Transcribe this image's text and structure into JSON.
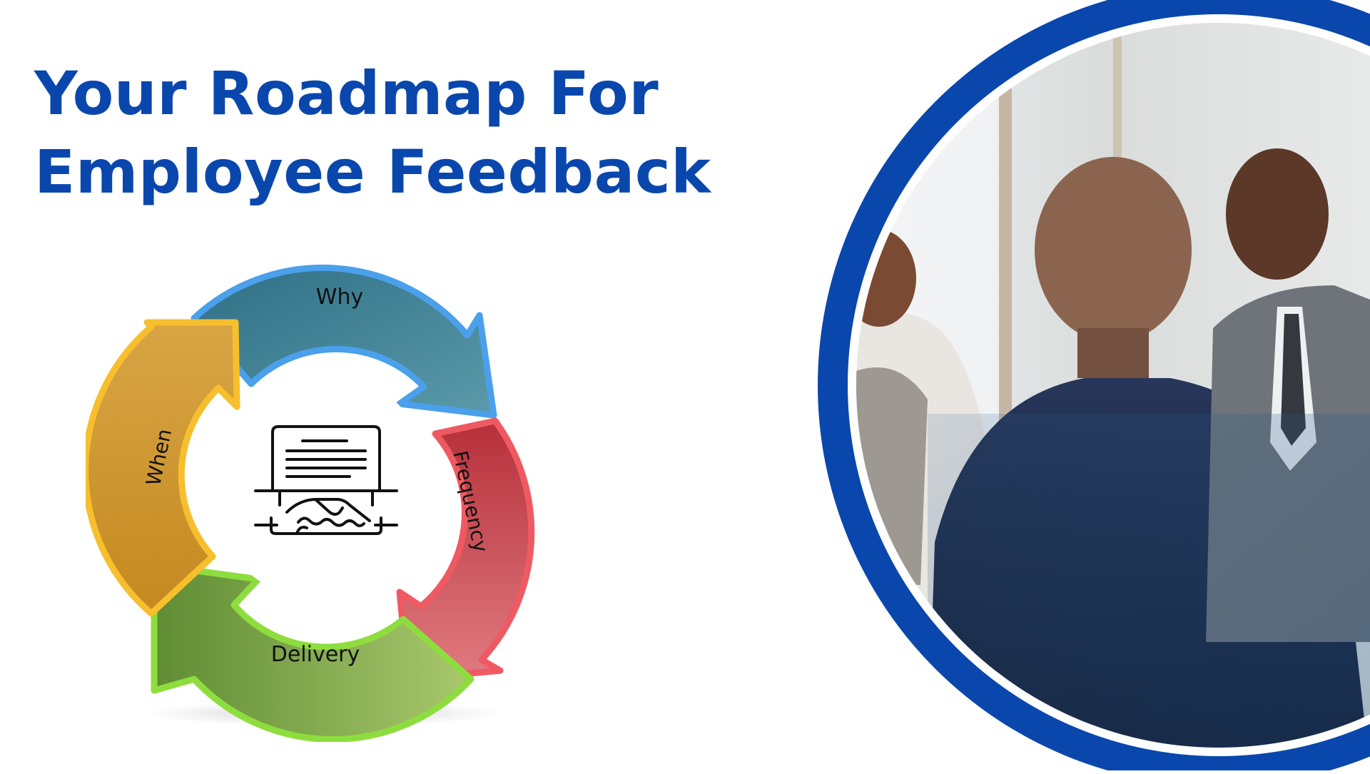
{
  "title": {
    "line1": "Your Roadmap For",
    "line2": "Employee Feedback"
  },
  "cycle": {
    "segments": [
      {
        "label": "Why",
        "color": "#3a7f93"
      },
      {
        "label": "Frequency",
        "color": "#c5434c"
      },
      {
        "label": "Delivery",
        "color": "#7fa84a"
      },
      {
        "label": "When",
        "color": "#d29a2c"
      }
    ],
    "center_icon": "document-handshake-icon"
  },
  "colors": {
    "brand": "#0a47ad",
    "background": "#ffffff"
  },
  "photo": {
    "icon": "business-meeting-photo"
  }
}
